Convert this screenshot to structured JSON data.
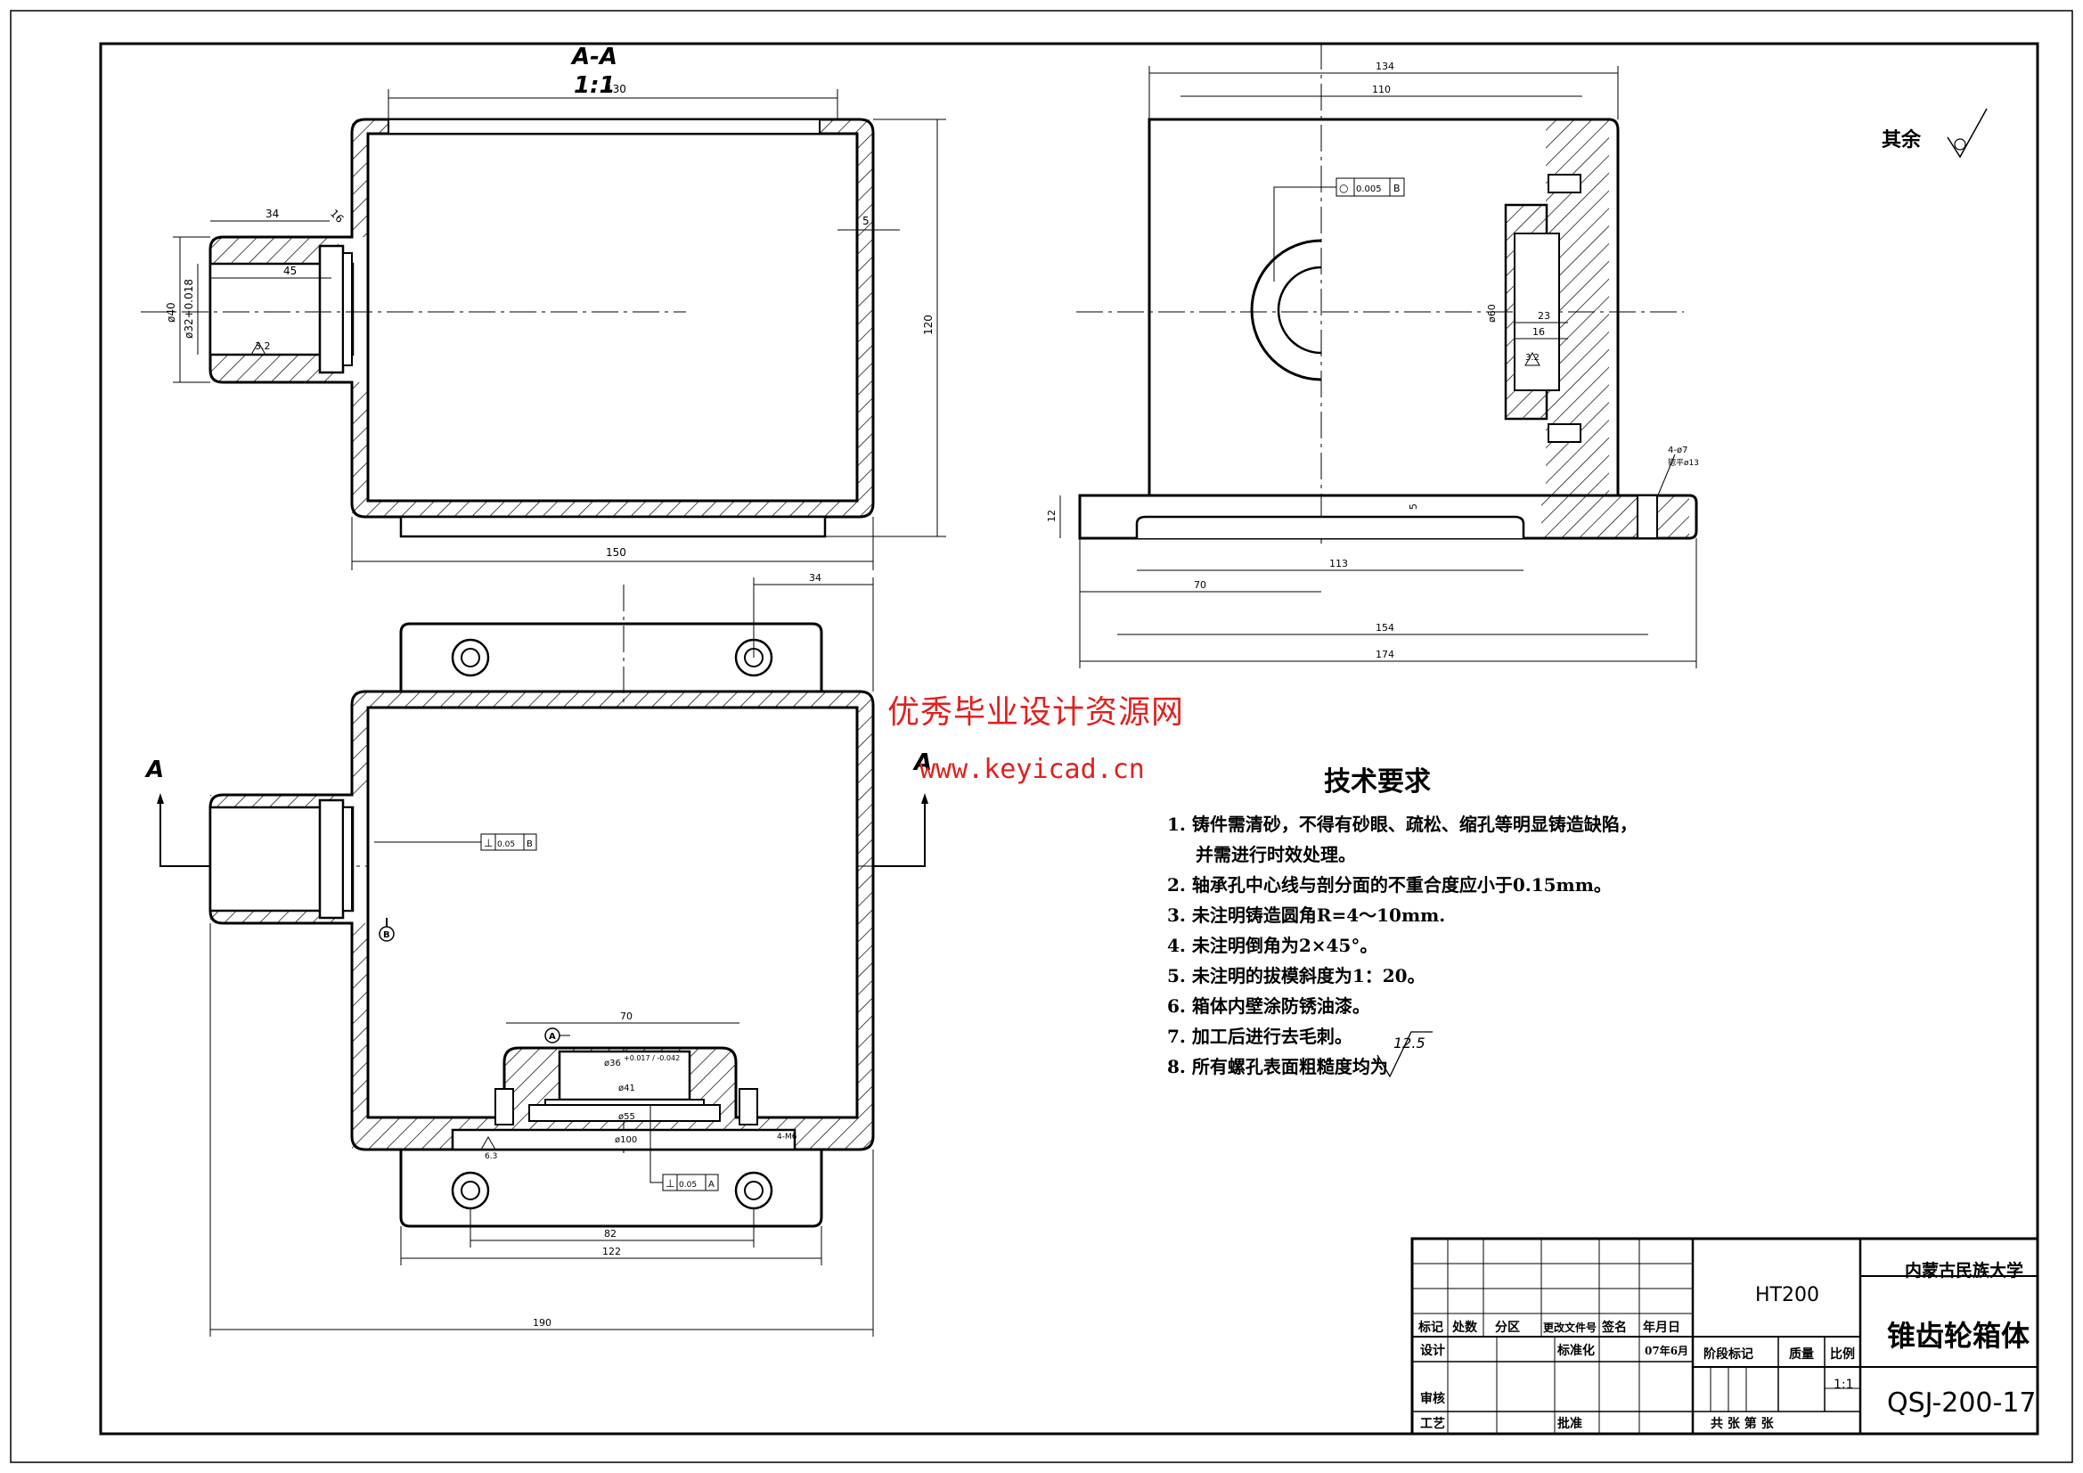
{
  "section_view": {
    "label": "A-A",
    "scale": "1:1",
    "dims": {
      "top_width": "130",
      "outer_width": "150",
      "height": "120",
      "wall": "5",
      "boss_len": "34",
      "boss_inner": "45",
      "boss_outer_dia": "ø40",
      "bore_dia": "ø32+0.018",
      "groove": "16",
      "roughness": "3.2"
    }
  },
  "side_view": {
    "dims": {
      "width_134": "134",
      "width_110": "110",
      "base_12": "12",
      "wall_5": "5",
      "d70": "70",
      "d113": "113",
      "d154": "154",
      "d174": "174",
      "bore_dia": "ø60",
      "d23": "23",
      "d16": "16",
      "roughness": "3.2",
      "holes_note_1": "4-ø7",
      "holes_note_2": "锪平ø13"
    },
    "tolerance_frame": {
      "symbol": "○",
      "value": "0.005",
      "datum": "B"
    }
  },
  "plan_view": {
    "section_arrow_left": "A",
    "section_arrow_right": "A",
    "datum_b": "B",
    "datum_a": "A",
    "perp_frame": {
      "symbol": "⊥",
      "value": "0.05",
      "datum": "B"
    },
    "perp_frame_2": {
      "symbol": "⊥",
      "value": "0.05",
      "datum": "A"
    },
    "dims": {
      "d34": "34",
      "d70": "70",
      "d36": "ø36",
      "d36_tol": "+0.017 / -0.042",
      "d41": "ø41",
      "d55": "ø55",
      "d100": "ø100",
      "thread": "4-M6",
      "roughness": "6.3",
      "d82": "82",
      "d122": "122",
      "d190": "190"
    }
  },
  "roughness_note": "其余",
  "watermark": {
    "line1": "优秀毕业设计资源网",
    "line2": "www.keyicad.cn"
  },
  "tech_requirements": {
    "title": "技术要求",
    "items": [
      "1. 铸件需清砂，不得有砂眼、疏松、缩孔等明显铸造缺陷，",
      "并需进行时效处理。",
      "2. 轴承孔中心线与剖分面的不重合度应小于0.15mm。",
      "3. 未注明铸造圆角R=4～10mm.",
      "4. 未注明倒角为2×45°。",
      "5. 未注明的拔模斜度为1：20。",
      "6. 箱体内壁涂防锈油漆。",
      "7. 加工后进行去毛刺。",
      "8. 所有螺孔表面粗糙度均为"
    ],
    "final_roughness": "12.5"
  },
  "title_block": {
    "material": "HT200",
    "university": "内蒙古民族大学",
    "part_name": "锥齿轮箱体",
    "drawing_no": "QSJ-200-17",
    "scale": "1:1",
    "rev_headers": [
      "标记",
      "处数",
      "分区",
      "更改文件号",
      "签名",
      "年月日"
    ],
    "design": "设计",
    "standard": "标准化",
    "date": "07年6月",
    "stage_headers": [
      "阶段标记",
      "质量",
      "比例"
    ],
    "review": "审核",
    "process": "工艺",
    "approve": "批准",
    "sheets": "共  张  第  张"
  }
}
